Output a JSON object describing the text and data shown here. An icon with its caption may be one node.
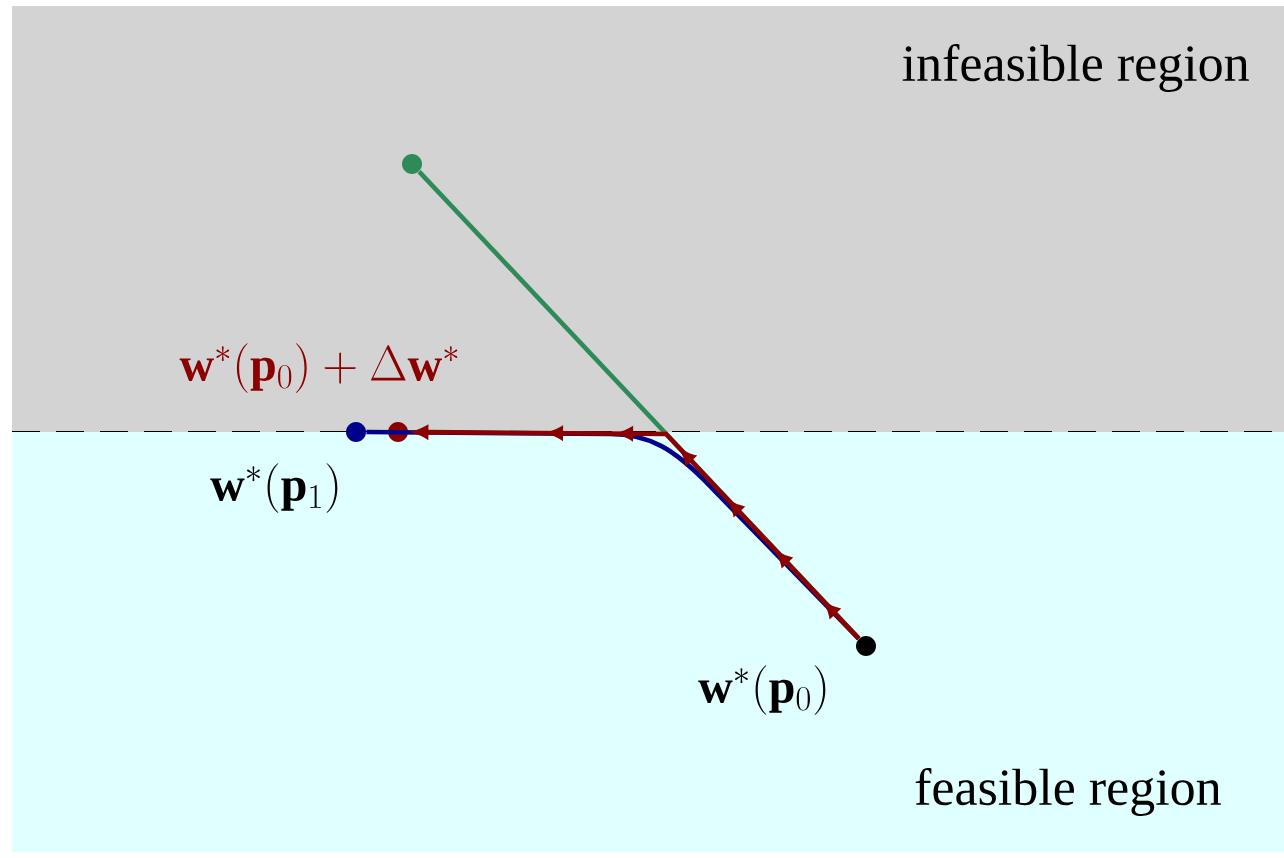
{
  "diagram": {
    "nodes": [
      {
        "text": [
          "infeasible region"
        ]
      },
      {
        "text": [
          "feasible region"
        ]
      },
      {
        "text": [],
        "shape": "circle",
        "in": 1,
        "beside": [
          "\\mathbf{w}^*(\\mathbf{p}_0)"
        ]
      },
      {
        "text": [],
        "shape": "circle",
        "in": 0
      },
      {
        "text": [],
        "shape": "circle",
        "beside": [
          "\\mathbf{w}^*(\\mathbf{p}_1)"
        ]
      },
      {
        "text": [],
        "shape": "circle",
        "beside": [
          "\\mathbf{w}^*(\\mathbf{p}_0) + \\Delta \\mathbf{w}^*"
        ]
      }
    ],
    "edges": [
      {
        "from": 2,
        "to": 3,
        "arrow": "none",
        "color": "#2e8b57"
      },
      {
        "from": 2,
        "to": 4,
        "arrow": "none",
        "color": "#00008b"
      },
      {
        "from": 2,
        "to": 5,
        "arrow": "to",
        "color": "#8b0000"
      }
    ]
  }
}
